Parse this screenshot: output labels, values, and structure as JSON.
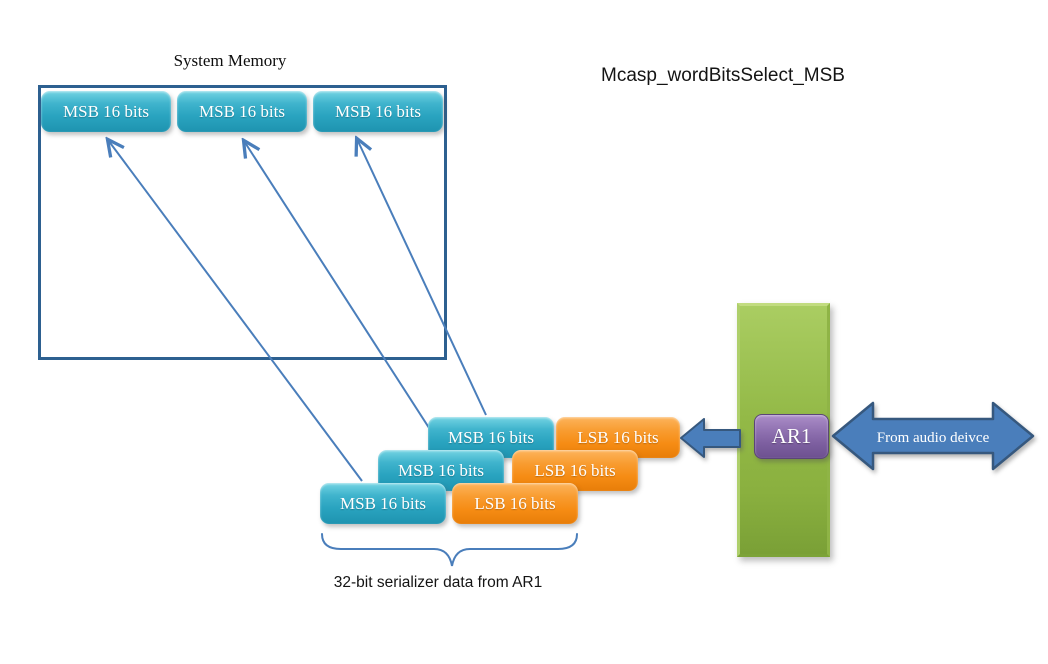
{
  "title": "Mcasp_wordBitsSelect_MSB",
  "memory": {
    "label": "System Memory",
    "blocks": [
      "MSB 16 bits",
      "MSB 16 bits",
      "MSB 16 bits"
    ]
  },
  "serializer": {
    "rows": [
      {
        "msb": "MSB 16 bits",
        "lsb": "LSB 16 bits"
      },
      {
        "msb": "MSB 16 bits",
        "lsb": "LSB 16 bits"
      },
      {
        "msb": "MSB 16 bits",
        "lsb": "LSB 16 bits"
      }
    ],
    "caption": "32-bit serializer data from AR1"
  },
  "receiver": {
    "register_label": "AR1",
    "from_arrow_label": "From audio deivce"
  },
  "colors": {
    "msb_cyan": "#2aa4c0",
    "lsb_orange": "#f68c14",
    "mcasp_green": "#8ab03f",
    "register_purple": "#7b5d9e",
    "arrow_blue": "#4a7ebb",
    "memory_border_blue": "#2d6090"
  }
}
